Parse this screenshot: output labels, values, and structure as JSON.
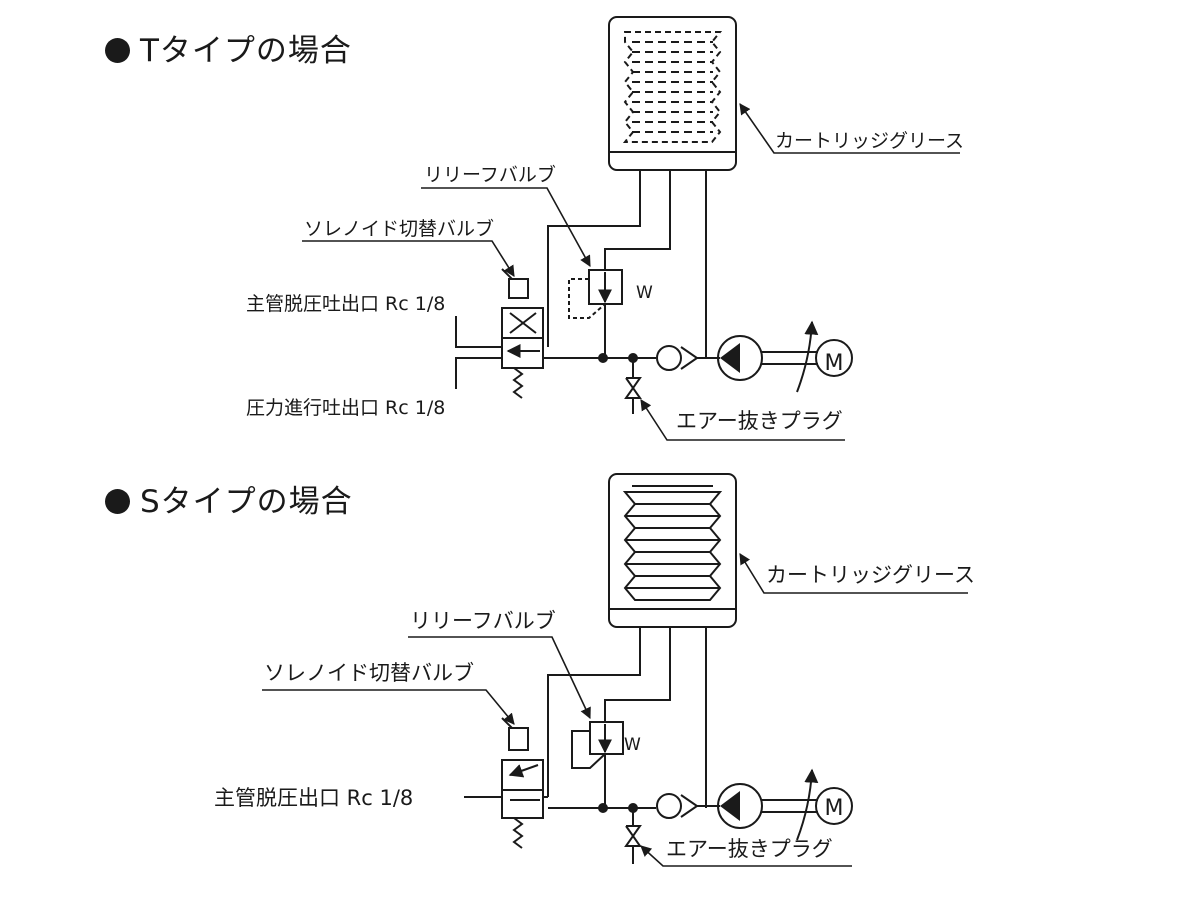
{
  "sections": [
    {
      "heading": "Tタイプの場合",
      "labels": {
        "cartridge": "カートリッジグリース",
        "relief": "リリーフバルブ",
        "solenoid": "ソレノイド切替バルブ",
        "main_outlet": "主管脱圧吐出口 Rc 1/8",
        "pressure_outlet": "圧力進行吐出口 Rc 1/8",
        "air_plug": "エアー抜きプラグ",
        "motor": "M",
        "spring": "W"
      }
    },
    {
      "heading": "Sタイプの場合",
      "labels": {
        "cartridge": "カートリッジグリース",
        "relief": "リリーフバルブ",
        "solenoid": "ソレノイド切替バルブ",
        "main_outlet": "主管脱圧出口 Rc 1/8",
        "air_plug": "エアー抜きプラグ",
        "motor": "M",
        "spring": "W"
      }
    }
  ]
}
